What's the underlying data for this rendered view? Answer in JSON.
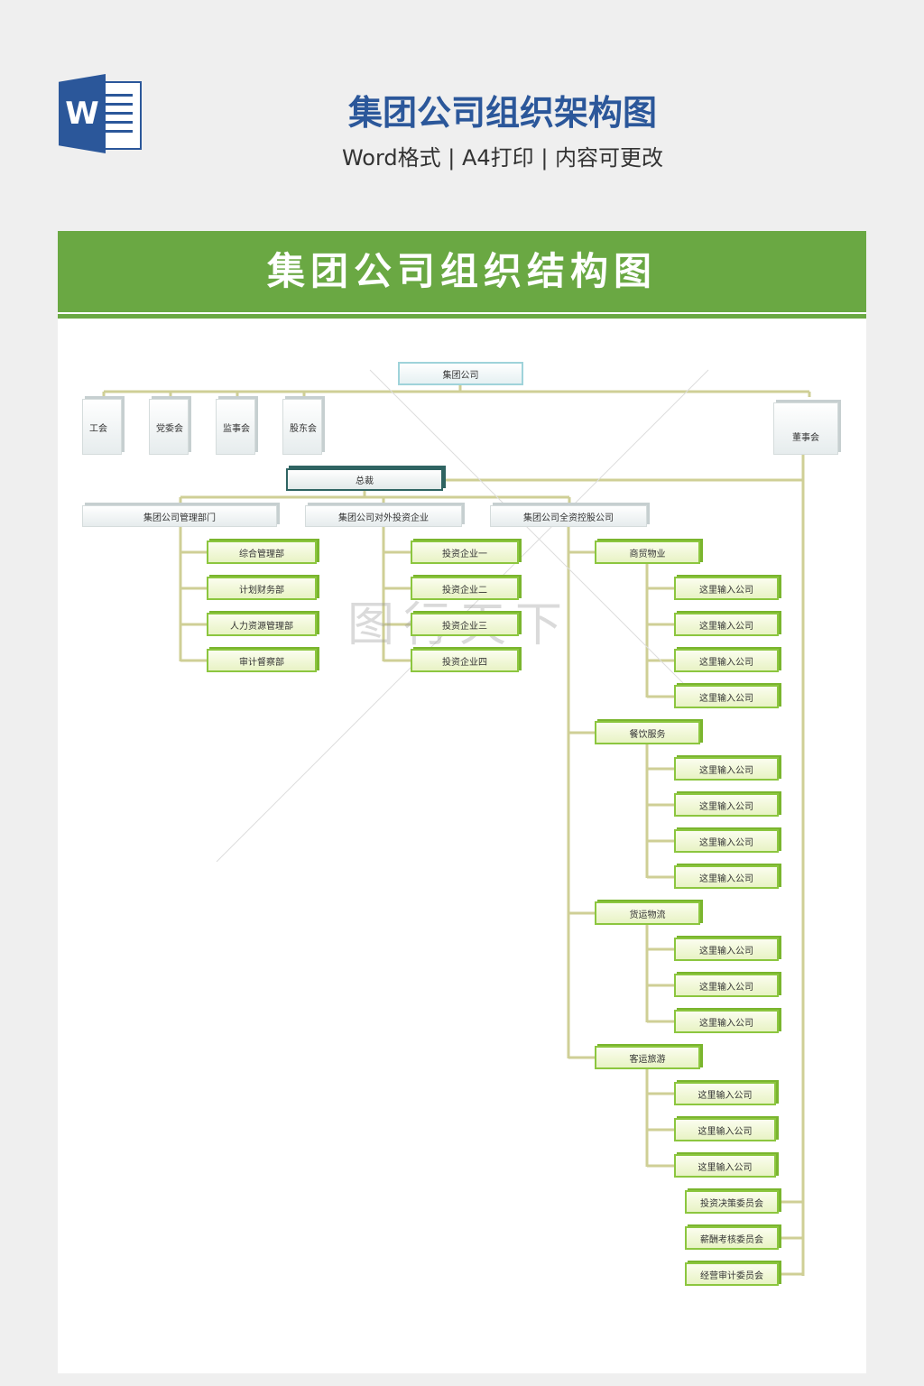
{
  "header": {
    "title": "集团公司组织架构图",
    "subtitle": "Word格式 | A4打印 | 内容可更改",
    "app_icon": "word-icon",
    "app_icon_letter": "W"
  },
  "document": {
    "banner_title": "集团公司组织结构图",
    "watermark": "图行天下"
  },
  "org": {
    "root": "集团公司",
    "councils": [
      "工会",
      "党委会",
      "监事会",
      "股东会"
    ],
    "board": "董事会",
    "president": "总裁",
    "divisions": [
      "集团公司管理部门",
      "集团公司对外投资企业",
      "集团公司全资控股公司"
    ],
    "management_depts": [
      "综合管理部",
      "计划财务部",
      "人力资源管理部",
      "审计督察部"
    ],
    "investments": [
      "投资企业一",
      "投资企业二",
      "投资企业三",
      "投资企业四"
    ],
    "sectors": [
      {
        "name": "商贸物业",
        "companies": [
          "这里输入公司",
          "这里输入公司",
          "这里输入公司",
          "这里输入公司"
        ]
      },
      {
        "name": "餐饮服务",
        "companies": [
          "这里输入公司",
          "这里输入公司",
          "这里输入公司",
          "这里输入公司"
        ]
      },
      {
        "name": "货运物流",
        "companies": [
          "这里输入公司",
          "这里输入公司",
          "这里输入公司"
        ]
      },
      {
        "name": "客运旅游",
        "companies": [
          "这里输入公司",
          "这里输入公司",
          "这里输入公司"
        ]
      }
    ],
    "committees": [
      "投资决策委员会",
      "薪酬考核委员会",
      "经营审计委员会"
    ]
  },
  "colors": {
    "brand_blue": "#2b579a",
    "green": "#6aa843",
    "line": "#cfcf96"
  }
}
